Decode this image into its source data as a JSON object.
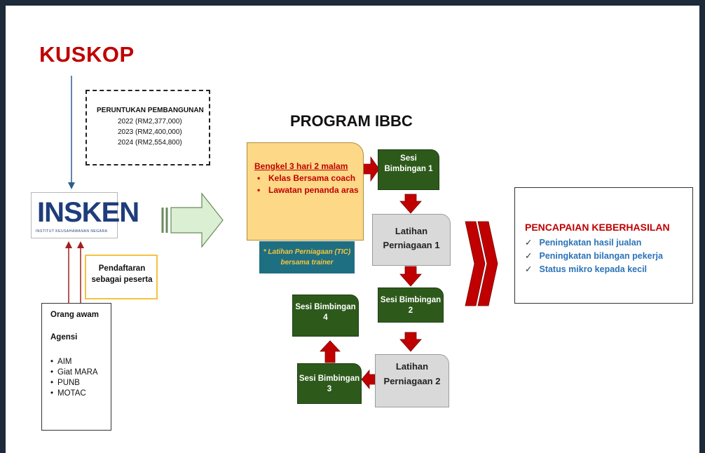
{
  "title": "KUSKOP",
  "peruntukan": {
    "heading": "PERUNTUKAN PEMBANGUNAN",
    "lines": [
      "2022 (RM2,377,000)",
      "2023 (RM2,400,000)",
      "2024 (RM2,554,800)"
    ]
  },
  "logo": {
    "word": "INSKEN",
    "sub": "INSTITUT KEUSAHAWANAN NEGARA"
  },
  "pendaftaran": "Pendaftaran sebagai peserta",
  "peserta": {
    "orang_awam": "Orang awam",
    "agensi": "Agensi",
    "items": [
      "AIM",
      "Giat MARA",
      "PUNB",
      "MOTAC"
    ]
  },
  "program": {
    "title": "PROGRAM IBBC",
    "bengkel_heading": "Bengkel 3 hari 2 malam",
    "bengkel_items": [
      "Kelas Bersama coach",
      "Lawatan penanda aras"
    ],
    "tic": "* Latihan Perniagaan (TIC) bersama trainer",
    "sesi1": "Sesi Bimbingan 1",
    "latihan1": "Latihan Perniagaan 1",
    "sesi2": "Sesi Bimbingan 2",
    "latihan2": "Latihan Perniagaan 2",
    "sesi3": "Sesi Bimbingan 3",
    "sesi4": "Sesi Bimbingan 4"
  },
  "pencapaian": {
    "heading": "PENCAPAIAN KEBERHASILAN",
    "items": [
      "Peningkatan hasil jualan",
      "Peningkatan bilangan pekerja",
      "Status mikro kepada kecil"
    ]
  },
  "colors": {
    "title_red": "#c00000",
    "green_box": "#2d5a1b",
    "arrow_red": "#c00000",
    "outcome_blue": "#2b73b7"
  }
}
